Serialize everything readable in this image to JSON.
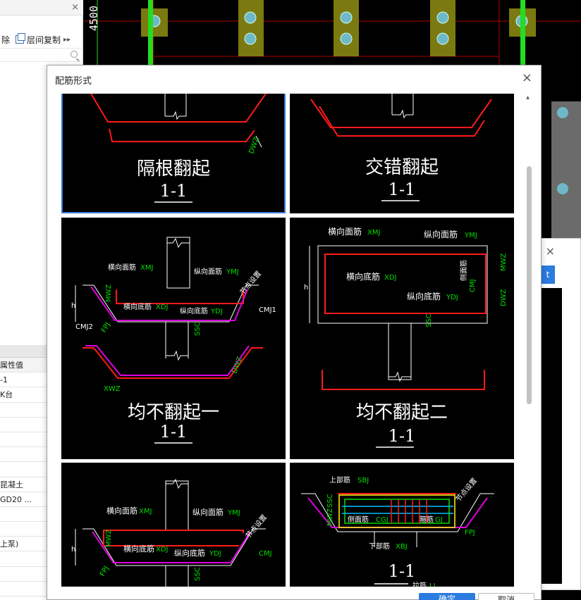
{
  "left_panel": {
    "toolbar_delete": "除",
    "toolbar_copy": "层间复制",
    "toolbar_more": "▸▸",
    "properties": [
      {
        "text": "属性值"
      },
      {
        "text": "-1"
      },
      {
        "text": "K台"
      },
      {
        "text": ""
      },
      {
        "text": ""
      },
      {
        "text": ""
      },
      {
        "text": ""
      },
      {
        "text": ""
      },
      {
        "text": "昆凝土"
      },
      {
        "text": "GD20 ..."
      },
      {
        "text": ""
      },
      {
        "text": ""
      },
      {
        "text": "上泵)"
      },
      {
        "text": ""
      },
      {
        "text": ""
      },
      {
        "text": ""
      }
    ]
  },
  "canvas": {
    "elevation_label": "4500"
  },
  "behind_dialog": {
    "button_label": "t"
  },
  "dialog": {
    "title": "配筋形式",
    "close_label": "×",
    "ok_label": "确定",
    "cancel_label": "取消",
    "options": [
      {
        "title": "隔根翻起",
        "section": "1-1",
        "selected": true,
        "labels": [
          "DWZ"
        ]
      },
      {
        "title": "交错翻起",
        "section": "1-1",
        "selected": false,
        "labels": []
      },
      {
        "title": "均不翻起一",
        "section": "1-1",
        "selected": false,
        "labels": [
          "横向面筋",
          "XMJ",
          "纵向面筋",
          "YMJ",
          "节点设置",
          "横向底筋",
          "XDJ",
          "纵向底筋",
          "YDJ",
          "CMJ1",
          "CMJ2",
          "MWZ",
          "FPJ",
          "h",
          "SSC",
          "DWZ",
          "XWZ"
        ]
      },
      {
        "title": "均不翻起二",
        "section": "1-1",
        "selected": false,
        "labels": [
          "横向面筋",
          "XMJ",
          "纵向面筋",
          "YMJ",
          "横向底筋",
          "XDJ",
          "纵向底筋",
          "YDJ",
          "侧面筋",
          "CMJ",
          "MWZ",
          "DWZ",
          "h",
          "SSC"
        ]
      },
      {
        "title": "",
        "section": "",
        "selected": false,
        "labels": [
          "横向面筋",
          "XMJ",
          "纵向面筋",
          "YMJ",
          "节点设置",
          "横向底筋",
          "XDJ",
          "纵向底筋",
          "YDJ",
          "CMJ",
          "MWZ",
          "FPJ",
          "h",
          "SSC"
        ]
      },
      {
        "title": "",
        "section": "1-1",
        "selected": false,
        "labels": [
          "上部筋",
          "SBJ",
          "节点设置",
          "侧面筋",
          "CGJ",
          "箍筋",
          "GJ",
          "下部筋",
          "XBJ",
          "FPJ",
          "MWZ",
          "SSC",
          "拉筋",
          "LJ"
        ]
      }
    ]
  },
  "colors": {
    "accent": "#2b7be0",
    "rebar_red": "#ff1a1a",
    "rebar_magenta": "#e000e0",
    "label_green": "#00e000",
    "cad_green": "#22dd22",
    "pile_olive": "#7a7a10"
  }
}
